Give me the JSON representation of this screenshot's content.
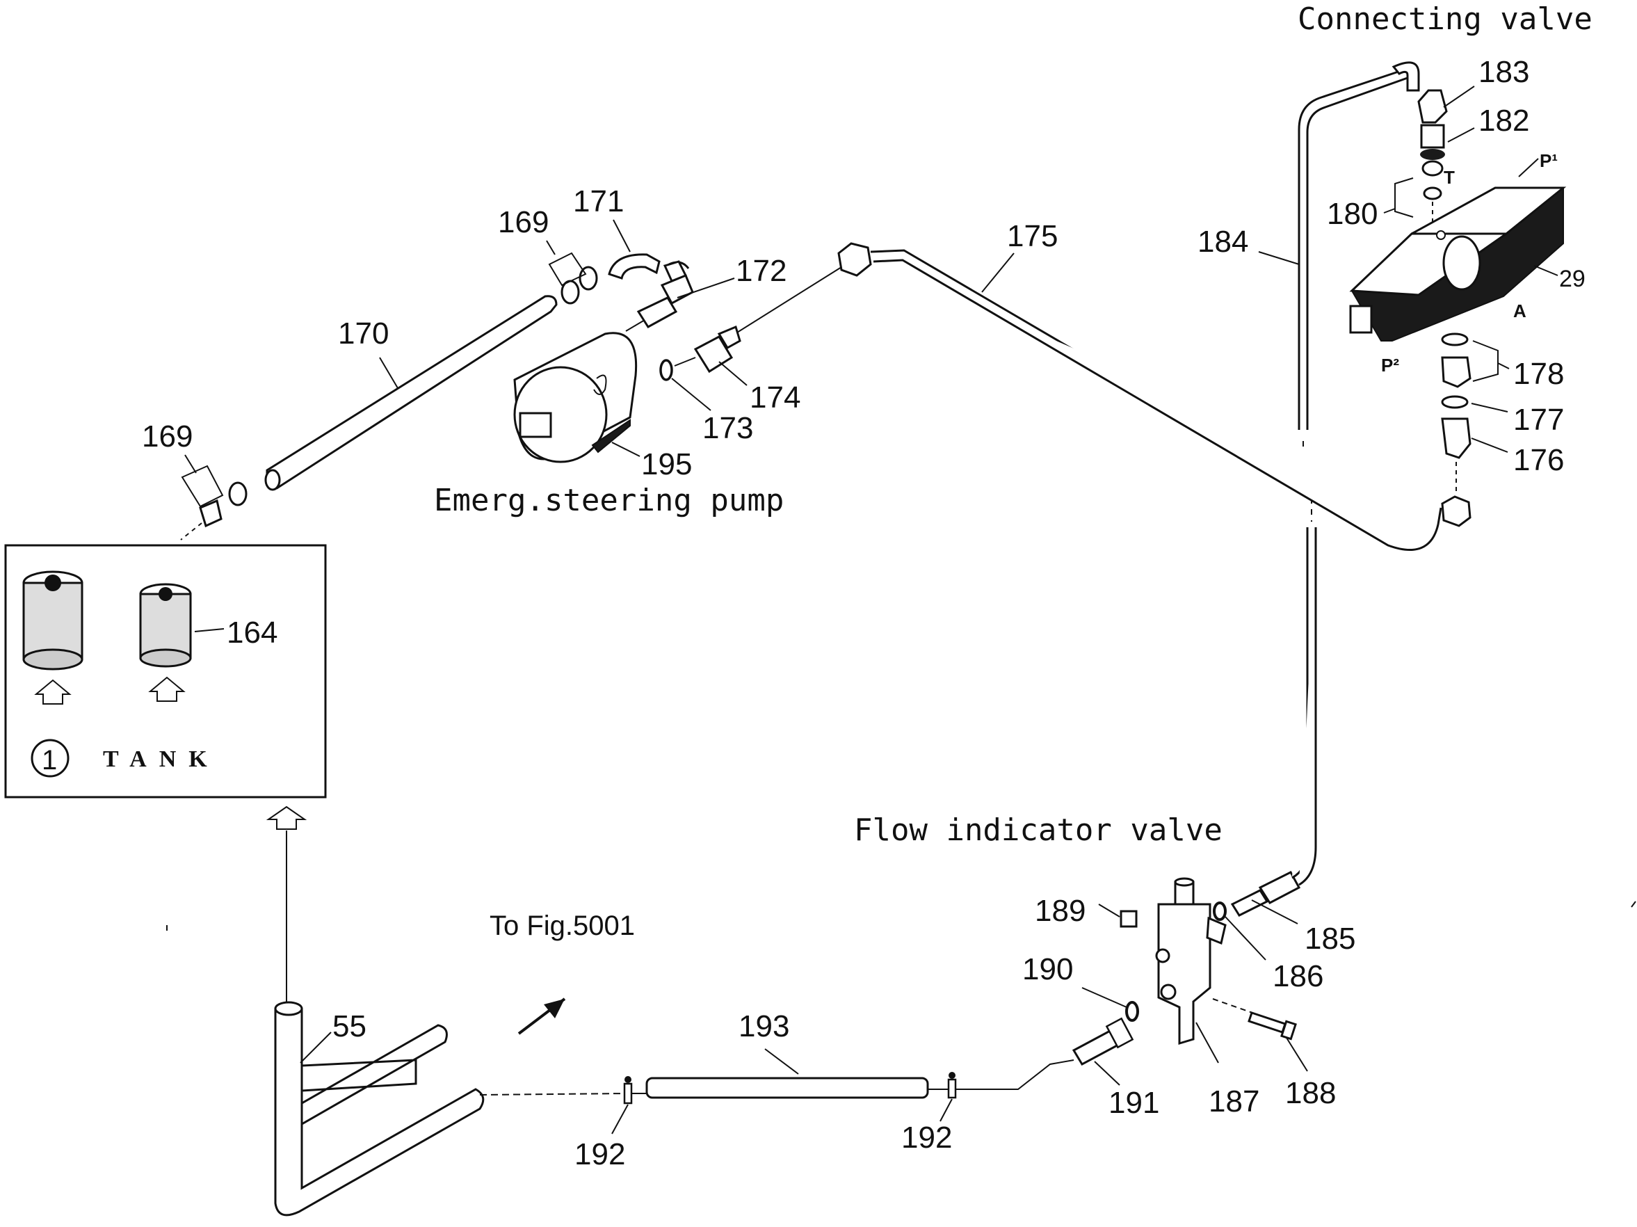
{
  "titles": {
    "connecting_valve": "Connecting valve",
    "emerg_pump": "Emerg.steering pump",
    "flow_indicator": "Flow indicator valve",
    "to_fig": "To Fig.5001"
  },
  "tank": {
    "number": "1",
    "label": "TANK"
  },
  "port_labels": {
    "p1": "P¹",
    "p2": "P²",
    "t": "T",
    "a": "A"
  },
  "parts": {
    "p29": "29",
    "p55": "55",
    "p164": "164",
    "p169a": "169",
    "p169b": "169",
    "p170": "170",
    "p171": "171",
    "p172": "172",
    "p173": "173",
    "p174": "174",
    "p175": "175",
    "p176": "176",
    "p177": "177",
    "p178": "178",
    "p180": "180",
    "p182": "182",
    "p183": "183",
    "p184": "184",
    "p185": "185",
    "p186": "186",
    "p187": "187",
    "p188": "188",
    "p189": "189",
    "p190": "190",
    "p191": "191",
    "p192a": "192",
    "p192b": "192",
    "p193": "193",
    "p195": "195"
  },
  "colors": {
    "ink": "#111111",
    "paper": "#ffffff"
  }
}
